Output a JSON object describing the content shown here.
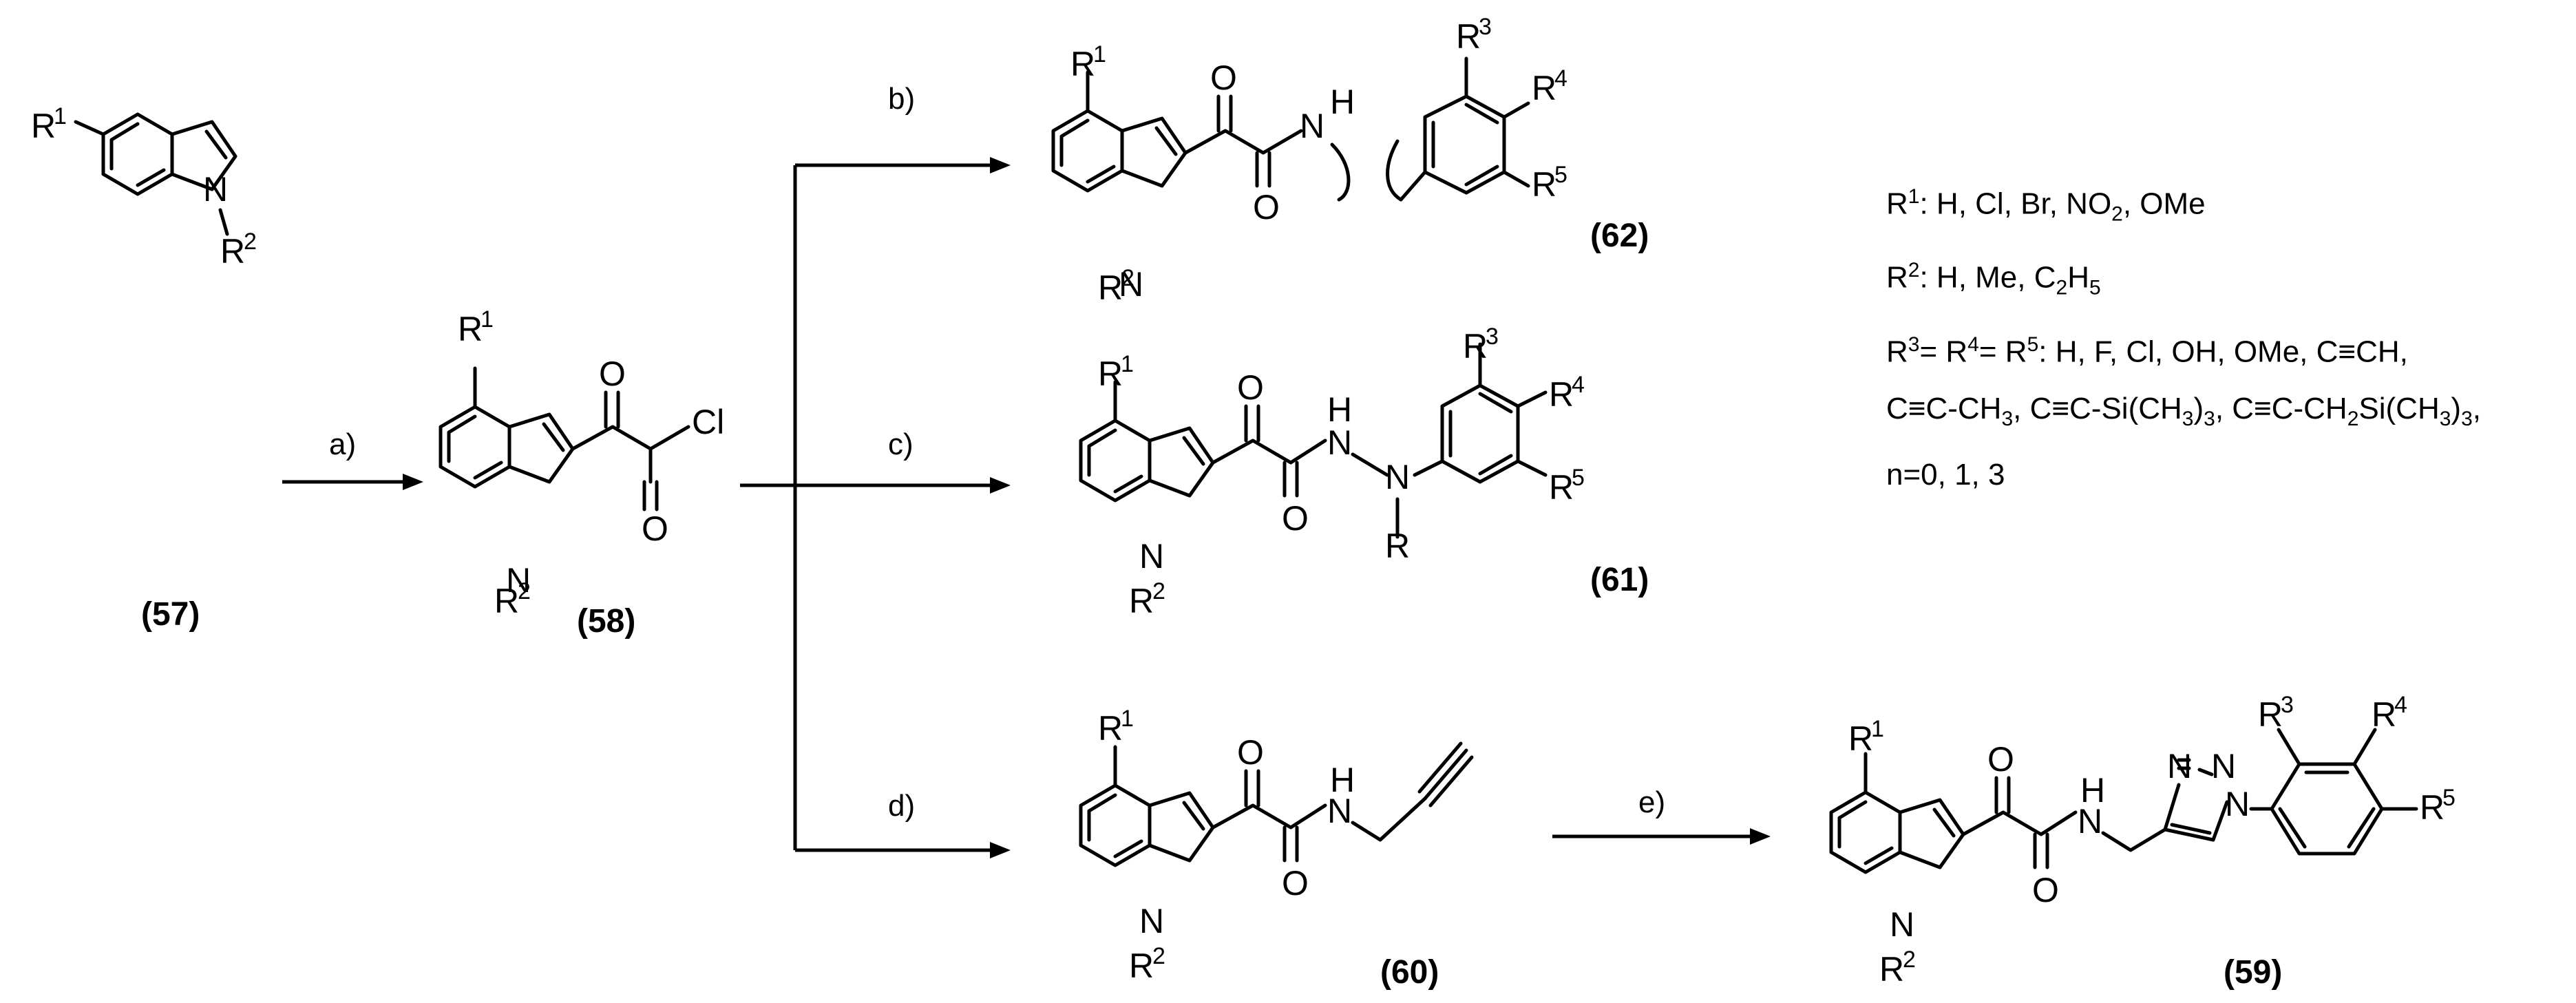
{
  "compounds": {
    "c57": "(57)",
    "c58": "(58)",
    "c60": "(60)",
    "c59": "(59)",
    "c61": "(61)",
    "c62": "(62)"
  },
  "reactions": {
    "a": "a)",
    "b": "b)",
    "c": "c)",
    "d": "d)",
    "e": "e)"
  },
  "atoms": {
    "R": "R",
    "N": "N",
    "O": "O",
    "Cl": "Cl",
    "H": "H",
    "sup1": "1",
    "sup2": "2",
    "sup3": "3",
    "sup4": "4",
    "sup5": "5"
  },
  "legend": {
    "r1": {
      "a": "R",
      "s": "1",
      "b": ": H, Cl, Br, NO",
      "c": "2",
      "d": ", OMe"
    },
    "r2": {
      "a": "R",
      "s": "2",
      "b": ": H, Me, C",
      "c": "2",
      "d": "H",
      "e": "5"
    },
    "r3": {
      "a": "R",
      "s": "3",
      "b": "= R",
      "c": "4",
      "d": "= R",
      "e": "5",
      "f": ": H, F, Cl, OH, OMe, C≡CH,"
    },
    "r4": {
      "a": "C≡C-CH",
      "b": "3",
      "c": ", C≡C-Si(CH",
      "d": "3",
      "e": ")",
      "f": "3",
      "g": ", C≡C-CH",
      "h": "2",
      "i": "Si(CH",
      "j": "3",
      "k": ")",
      "l": "3",
      "m": ","
    },
    "r5": "n=0, 1, 3"
  }
}
